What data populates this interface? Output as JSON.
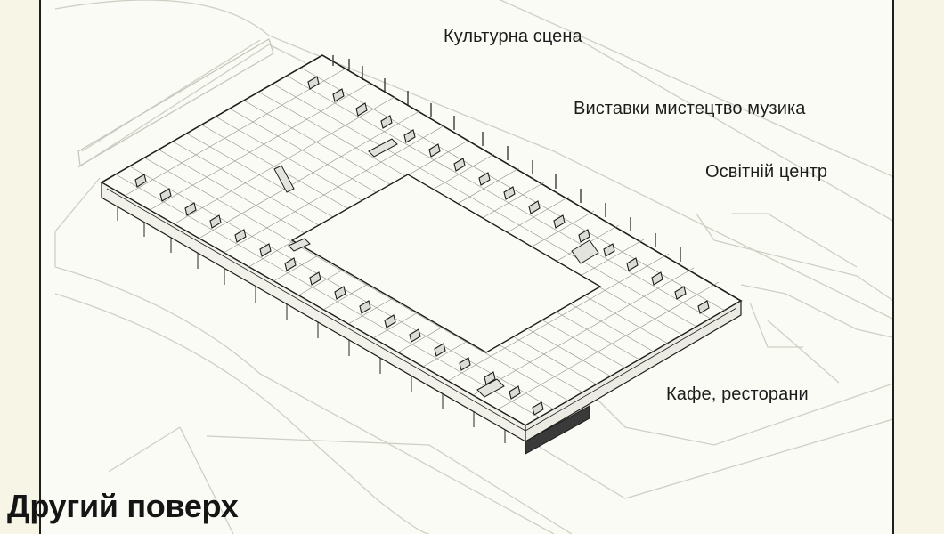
{
  "labels": {
    "cultural_stage": "Культурна сцена",
    "exhibitions": "Виставки мистецтво музика",
    "education_center": "Освітній центр",
    "cafes": "Кафе, ресторани"
  },
  "floor_title": "Другий поверх",
  "colors": {
    "background": "#f6f5e6",
    "paper": "#fbfbf6",
    "line": "#1e1e1e",
    "ground_line": "#cfcfc4"
  }
}
